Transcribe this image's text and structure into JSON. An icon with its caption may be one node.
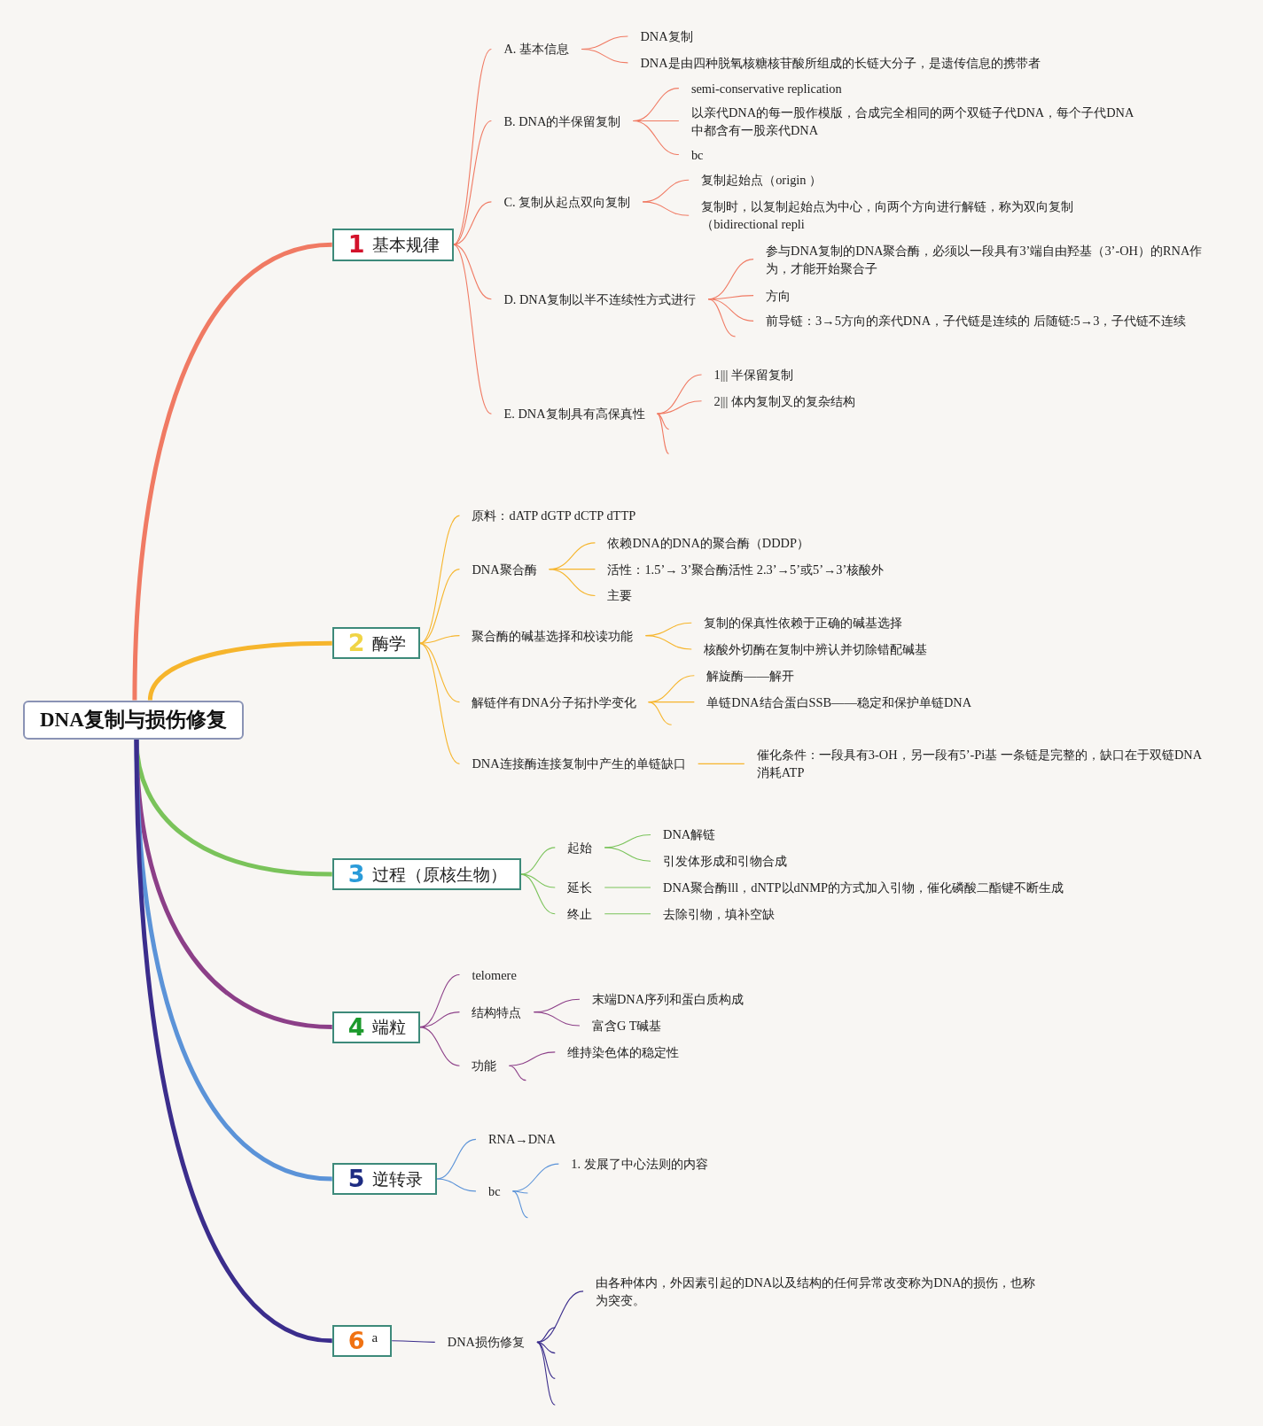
{
  "diagram": {
    "nodes": [
      {
        "text": [
          "DNA复制与损伤修复"
        ]
      },
      {
        "text": [
          "1",
          "基本规律"
        ]
      },
      {
        "text": [
          "A. 基本信息"
        ]
      },
      {
        "text": [
          "DNA复制"
        ]
      },
      {
        "text": [
          "DNA是由四种脱氧核糖核苷酸所组成的长链大分子，是遗传信息的携带者"
        ]
      },
      {
        "text": [
          "B. DNA的半保留复制"
        ]
      },
      {
        "text": [
          "semi-conservative replication"
        ]
      },
      {
        "text": [
          "以亲代DNA的每一股作模版，合成完全相同的两个双链子代DNA，每个子代DNA中都含有一股亲代DNA"
        ]
      },
      {
        "text": [
          "bc"
        ]
      },
      {
        "text": [
          "C. 复制从起点双向复制"
        ]
      },
      {
        "text": [
          "复制起始点（origin ）"
        ]
      },
      {
        "text": [
          "复制时，以复制起始点为中心，向两个方向进行解链，称为双向复制（bidirectional repli"
        ]
      },
      {
        "text": [
          "D. DNA复制以半不连续性方式进行"
        ]
      },
      {
        "text": [
          "参与DNA复制的DNA聚合酶，必须以一段具有3’端自由羟基（3’-OH）的RNA作为，才能开始聚合子"
        ]
      },
      {
        "text": [
          "方向"
        ]
      },
      {
        "text": [
          "前导链：3→5方向的亲代DNA，子代链是连续的 后随链:5→3，子代链不连续"
        ]
      },
      {
        "text": [
          "E. DNA复制具有高保真性"
        ]
      },
      {
        "text": [
          "1||| 半保留复制"
        ]
      },
      {
        "text": [
          "2||| 体内复制叉的复杂结构"
        ]
      },
      {
        "text": [
          "2",
          "酶学"
        ]
      },
      {
        "text": [
          "原料：dATP dGTP dCTP dTTP"
        ]
      },
      {
        "text": [
          "DNA聚合酶"
        ]
      },
      {
        "text": [
          "依赖DNA的DNA的聚合酶（DDDP）"
        ]
      },
      {
        "text": [
          "活性：1.5’→ 3’聚合酶活性 2.3’→5’或5’→3’核酸外"
        ]
      },
      {
        "text": [
          "主要"
        ]
      },
      {
        "text": [
          "聚合酶的碱基选择和校读功能"
        ]
      },
      {
        "text": [
          "复制的保真性依赖于正确的碱基选择"
        ]
      },
      {
        "text": [
          "核酸外切酶在复制中辨认并切除错配碱基"
        ]
      },
      {
        "text": [
          "解链伴有DNA分子拓扑学变化"
        ]
      },
      {
        "text": [
          "解旋酶——解开"
        ]
      },
      {
        "text": [
          "单链DNA结合蛋白SSB——稳定和保护单链DNA"
        ]
      },
      {
        "text": [
          "DNA连接酶连接复制中产生的单链缺口"
        ]
      },
      {
        "text": [
          "催化条件：一段具有3-OH，另一段有5’-Pi基 一条链是完整的，缺口在于双链DNA消耗ATP"
        ]
      },
      {
        "text": [
          "3",
          "过程（原核生物）"
        ]
      },
      {
        "text": [
          "起始"
        ]
      },
      {
        "text": [
          "DNA解链"
        ]
      },
      {
        "text": [
          "引发体形成和引物合成"
        ]
      },
      {
        "text": [
          "延长"
        ]
      },
      {
        "text": [
          "DNA聚合酶lll，dNTP以dNMP的方式加入引物，催化磷酸二酯键不断生成"
        ]
      },
      {
        "text": [
          "终止"
        ]
      },
      {
        "text": [
          "去除引物，填补空缺"
        ]
      },
      {
        "text": [
          "4",
          "端粒"
        ]
      },
      {
        "text": [
          "telomere"
        ]
      },
      {
        "text": [
          "结构特点"
        ]
      },
      {
        "text": [
          "末端DNA序列和蛋白质构成"
        ]
      },
      {
        "text": [
          "富含G T碱基"
        ]
      },
      {
        "text": [
          "功能"
        ]
      },
      {
        "text": [
          "维持染色体的稳定性"
        ]
      },
      {
        "text": [
          "5",
          "逆转录"
        ]
      },
      {
        "text": [
          "RNA→DNA"
        ]
      },
      {
        "text": [
          "bc"
        ]
      },
      {
        "text": [
          "1. 发展了中心法则的内容"
        ]
      },
      {
        "text": [
          "6",
          "a"
        ]
      },
      {
        "text": [
          "DNA损伤修复"
        ]
      },
      {
        "text": [
          "由各种体内，外因素引起的DNA以及结构的任何异常改变称为DNA的损伤，也称为突变。"
        ]
      }
    ],
    "edges": [
      {
        "from": 0,
        "to": 1,
        "arrow": "none",
        "style": "thick",
        "color": "#f07a63"
      },
      {
        "from": 0,
        "to": 19,
        "arrow": "none",
        "style": "thick",
        "color": "#f6b52c"
      },
      {
        "from": 0,
        "to": 33,
        "arrow": "none",
        "style": "thick",
        "color": "#7ac35a"
      },
      {
        "from": 0,
        "to": 41,
        "arrow": "none",
        "style": "thick",
        "color": "#8c3f88"
      },
      {
        "from": 0,
        "to": 48,
        "arrow": "none",
        "style": "thick",
        "color": "#5b93d8"
      },
      {
        "from": 0,
        "to": 52,
        "arrow": "none",
        "style": "thick",
        "color": "#3b2d8c"
      },
      {
        "from": 1,
        "to": 2,
        "arrow": "none",
        "color": "#f07a63"
      },
      {
        "from": 1,
        "to": 5,
        "arrow": "none",
        "color": "#f07a63"
      },
      {
        "from": 1,
        "to": 9,
        "arrow": "none",
        "color": "#f07a63"
      },
      {
        "from": 1,
        "to": 12,
        "arrow": "none",
        "color": "#f07a63"
      },
      {
        "from": 1,
        "to": 16,
        "arrow": "none",
        "color": "#f07a63"
      },
      {
        "from": 2,
        "to": 3,
        "arrow": "none",
        "color": "#f07a63"
      },
      {
        "from": 2,
        "to": 4,
        "arrow": "none",
        "color": "#f07a63"
      },
      {
        "from": 5,
        "to": 6,
        "arrow": "none",
        "color": "#f07a63"
      },
      {
        "from": 5,
        "to": 7,
        "arrow": "none",
        "color": "#f07a63"
      },
      {
        "from": 5,
        "to": 8,
        "arrow": "none",
        "color": "#f07a63"
      },
      {
        "from": 9,
        "to": 10,
        "arrow": "none",
        "color": "#f07a63"
      },
      {
        "from": 9,
        "to": 11,
        "arrow": "none",
        "color": "#f07a63"
      },
      {
        "from": 12,
        "to": 13,
        "arrow": "none",
        "color": "#f07a63"
      },
      {
        "from": 12,
        "to": 14,
        "arrow": "none",
        "color": "#f07a63"
      },
      {
        "from": 12,
        "to": 15,
        "arrow": "none",
        "color": "#f07a63"
      },
      {
        "from": 12,
        "to": null,
        "arrow": "none",
        "color": "#f07a63"
      },
      {
        "from": 16,
        "to": 17,
        "arrow": "none",
        "color": "#f07a63"
      },
      {
        "from": 16,
        "to": 18,
        "arrow": "none",
        "color": "#f07a63"
      },
      {
        "from": 16,
        "to": null,
        "arrow": "none",
        "color": "#f07a63"
      },
      {
        "from": 16,
        "to": null,
        "arrow": "none",
        "color": "#f07a63"
      },
      {
        "from": 19,
        "to": 20,
        "arrow": "none",
        "color": "#f6b52c"
      },
      {
        "from": 19,
        "to": 21,
        "arrow": "none",
        "color": "#f6b52c"
      },
      {
        "from": 19,
        "to": 25,
        "arrow": "none",
        "color": "#f6b52c"
      },
      {
        "from": 19,
        "to": 28,
        "arrow": "none",
        "color": "#f6b52c"
      },
      {
        "from": 19,
        "to": 31,
        "arrow": "none",
        "color": "#f6b52c"
      },
      {
        "from": 21,
        "to": 22,
        "arrow": "none",
        "color": "#f6b52c"
      },
      {
        "from": 21,
        "to": 23,
        "arrow": "none",
        "color": "#f6b52c"
      },
      {
        "from": 21,
        "to": 24,
        "arrow": "none",
        "color": "#f6b52c"
      },
      {
        "from": 25,
        "to": 26,
        "arrow": "none",
        "color": "#f6b52c"
      },
      {
        "from": 25,
        "to": 27,
        "arrow": "none",
        "color": "#f6b52c"
      },
      {
        "from": 28,
        "to": 29,
        "arrow": "none",
        "color": "#f6b52c"
      },
      {
        "from": 28,
        "to": 30,
        "arrow": "none",
        "color": "#f6b52c"
      },
      {
        "from": 28,
        "to": null,
        "arrow": "none",
        "color": "#f6b52c"
      },
      {
        "from": 31,
        "to": 32,
        "arrow": "none",
        "color": "#f6b52c"
      },
      {
        "from": 33,
        "to": 34,
        "arrow": "none",
        "color": "#7ac35a"
      },
      {
        "from": 33,
        "to": 37,
        "arrow": "none",
        "color": "#7ac35a"
      },
      {
        "from": 33,
        "to": 39,
        "arrow": "none",
        "color": "#7ac35a"
      },
      {
        "from": 34,
        "to": 35,
        "arrow": "none",
        "color": "#7ac35a"
      },
      {
        "from": 34,
        "to": 36,
        "arrow": "none",
        "color": "#7ac35a"
      },
      {
        "from": 37,
        "to": 38,
        "arrow": "none",
        "color": "#7ac35a"
      },
      {
        "from": 39,
        "to": 40,
        "arrow": "none",
        "color": "#7ac35a"
      },
      {
        "from": 41,
        "to": 42,
        "arrow": "none",
        "color": "#8c3f88"
      },
      {
        "from": 41,
        "to": 43,
        "arrow": "none",
        "color": "#8c3f88"
      },
      {
        "from": 41,
        "to": 46,
        "arrow": "none",
        "color": "#8c3f88"
      },
      {
        "from": 43,
        "to": 44,
        "arrow": "none",
        "color": "#8c3f88"
      },
      {
        "from": 43,
        "to": 45,
        "arrow": "none",
        "color": "#8c3f88"
      },
      {
        "from": 46,
        "to": 47,
        "arrow": "none",
        "color": "#8c3f88"
      },
      {
        "from": 46,
        "to": null,
        "arrow": "none",
        "color": "#8c3f88"
      },
      {
        "from": 48,
        "to": 49,
        "arrow": "none",
        "color": "#5b93d8"
      },
      {
        "from": 48,
        "to": 50,
        "arrow": "none",
        "color": "#5b93d8"
      },
      {
        "from": 50,
        "to": 51,
        "arrow": "none",
        "color": "#5b93d8"
      },
      {
        "from": 50,
        "to": null,
        "arrow": "none",
        "color": "#5b93d8"
      },
      {
        "from": 50,
        "to": null,
        "arrow": "none",
        "color": "#5b93d8"
      },
      {
        "from": 52,
        "to": 53,
        "arrow": "none",
        "color": "#3b2d8c"
      },
      {
        "from": 53,
        "to": 54,
        "arrow": "none",
        "color": "#3b2d8c"
      },
      {
        "from": 53,
        "to": null,
        "arrow": "none",
        "color": "#3b2d8c"
      },
      {
        "from": 53,
        "to": null,
        "arrow": "none",
        "color": "#3b2d8c"
      },
      {
        "from": 53,
        "to": null,
        "arrow": "none",
        "color": "#3b2d8c"
      },
      {
        "from": 53,
        "to": null,
        "arrow": "none",
        "color": "#3b2d8c"
      }
    ]
  }
}
